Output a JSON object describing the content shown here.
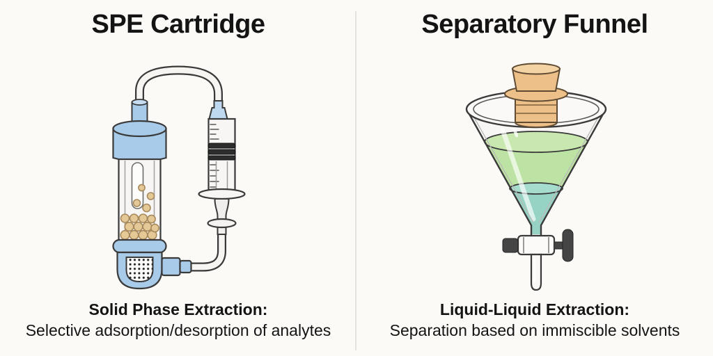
{
  "left_panel": {
    "title": "SPE Cartridge",
    "illustration": "spe-cartridge-connected-to-syringe",
    "caption_bold": "Solid Phase Extraction:",
    "caption_text": "Selective adsorption/desorption of analytes"
  },
  "right_panel": {
    "title": "Separatory Funnel",
    "illustration": "separatory-funnel-with-cork-and-stopcock",
    "caption_bold": "Liquid-Liquid Extraction:",
    "caption_text": "Separation based on immiscible solvents"
  },
  "colors": {
    "background": "#fbfaf7",
    "divider": "#e4e3e0",
    "text": "#141414",
    "outline": "#3a3a3a",
    "cartridge_cap_blue": "#a8cbe9",
    "syringe_tip_blue": "#bed9ef",
    "sorbent_bead_fill": "#e4c996",
    "sorbent_bead_outline": "#a8895c",
    "frit_dot_black": "#222222",
    "plunger_seal_black": "#2d2d2d",
    "glass_fill": "#f7f6f4",
    "cork_tan": "#eec089",
    "upper_liquid_green": "#bce3a3",
    "lower_liquid_teal": "#96d3c5",
    "stopcock_gray": "#454545"
  }
}
